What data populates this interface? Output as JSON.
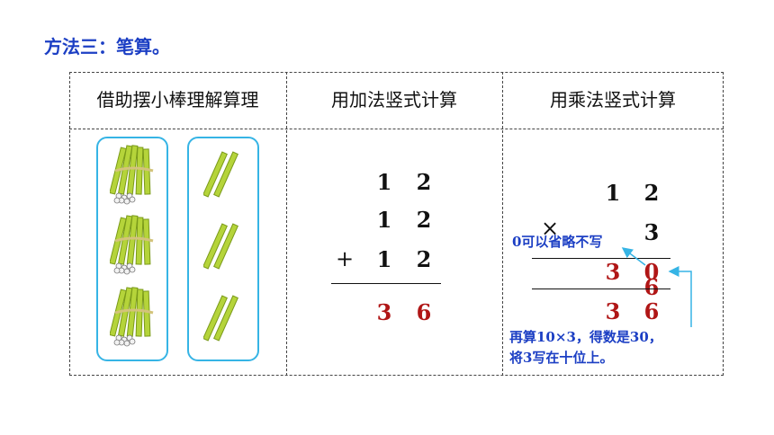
{
  "heading": "方法三：笔算。",
  "columns": [
    {
      "header": "借助摆小棒理解算理"
    },
    {
      "header": "用加法竖式计算"
    },
    {
      "header": "用乘法竖式计算"
    }
  ],
  "sticks": {
    "bundles": 3,
    "loose_groups": 3,
    "bundle_icon": "stick-bundle-icon",
    "pair_icon": "stick-pair-icon",
    "colors": {
      "box_border": "#36b4e5",
      "stick": "#b5d43a",
      "tie": "#d3c37a"
    }
  },
  "addition": {
    "row1": [
      "1",
      "2"
    ],
    "row2": [
      "1",
      "2"
    ],
    "row3_operator": "+",
    "row3": [
      "1",
      "2"
    ],
    "result": [
      "3",
      "6"
    ]
  },
  "multiplication": {
    "top": [
      "1",
      "2"
    ],
    "operator": "×",
    "multiplier": "3",
    "partial1": [
      "3",
      "0"
    ],
    "partial1_overlap": "6",
    "result": [
      "3",
      "6"
    ],
    "note_omit": "0可以省略不写",
    "note_explain_line1": "再算10×3，得数是30，",
    "note_explain_line2": "将3写在十位上。"
  },
  "colors": {
    "heading": "#1c3fc4",
    "accent_red": "#b01616",
    "arrow": "#36b4e5"
  }
}
